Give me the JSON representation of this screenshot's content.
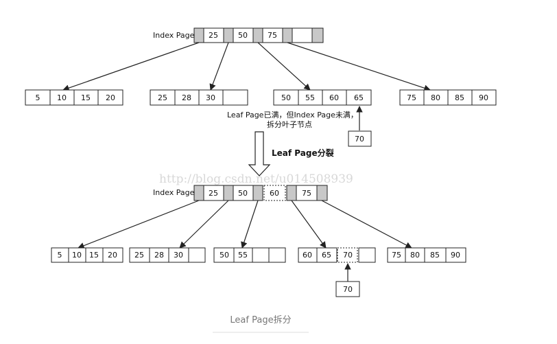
{
  "top": {
    "index_label": "Index Page",
    "index_keys": [
      "25",
      "50",
      "75"
    ],
    "leaves": [
      [
        "5",
        "10",
        "15",
        "20"
      ],
      [
        "25",
        "28",
        "30",
        ""
      ],
      [
        "50",
        "55",
        "60",
        "65"
      ],
      [
        "75",
        "80",
        "85",
        "90"
      ]
    ],
    "note_line1": "Leaf Page已满，但Index Page未满，",
    "note_line2": "拆分叶子节点",
    "insert_key": "70"
  },
  "split_label": "Leaf Page分裂",
  "watermark": "http://blog.csdn.net/u014508939",
  "bottom": {
    "index_label": "Index Page",
    "index_keys": [
      "25",
      "50",
      "60",
      "75"
    ],
    "leaves": [
      [
        "5",
        "10",
        "15",
        "20"
      ],
      [
        "25",
        "28",
        "30",
        ""
      ],
      [
        "50",
        "55",
        "",
        ""
      ],
      [
        "60",
        "65",
        "70",
        ""
      ],
      [
        "75",
        "80",
        "85",
        "90"
      ]
    ],
    "insert_key": "70"
  },
  "caption": "Leaf Page拆分"
}
